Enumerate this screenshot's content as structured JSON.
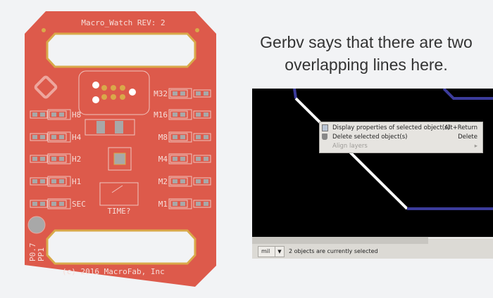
{
  "caption": {
    "line1": "Gerbv says that there are two",
    "line2": "overlapping lines here."
  },
  "pcb": {
    "title": "Macro_Watch REV: 2",
    "left_labels": [
      "H8",
      "H4",
      "H2",
      "H1",
      "SEC"
    ],
    "right_labels": [
      "M32",
      "M16",
      "M8",
      "M4",
      "M2",
      "M1"
    ],
    "switch_label": "TIME?",
    "side_label1": "P0.7",
    "side_label2": "PP1",
    "copyright": "(c) 2016 MacroFab, Inc"
  },
  "gerbv": {
    "context_menu": [
      {
        "label": "Display properties of selected object(s)",
        "shortcut": "Alt+Return",
        "icon": "properties-icon"
      },
      {
        "label": "Delete selected object(s)",
        "shortcut": "Delete",
        "icon": "trash-icon"
      },
      {
        "label": "Align layers",
        "shortcut": "▸",
        "icon": "submenu-arrow-icon",
        "disabled": true
      }
    ],
    "unit": "mil",
    "status": "2 objects are currently selected"
  },
  "colors": {
    "board": "#dd5a4b",
    "silk": "#f6ddd8",
    "gold": "#d9a94a",
    "trace_blue": "#3c3c9c",
    "trace_white": "#ffffff"
  }
}
